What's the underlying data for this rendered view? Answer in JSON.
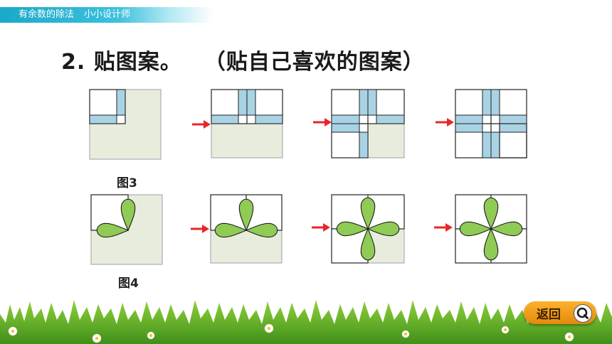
{
  "header": {
    "lesson": "有余数的除法",
    "section": "小小设计师"
  },
  "task": {
    "title": "2. 贴图案。",
    "subtitle": "（贴自己喜欢的图案）"
  },
  "figures": {
    "fig3_label": "图3",
    "fig4_label": "图4"
  },
  "nav": {
    "back_label": "返回",
    "back_icon": "magnifier-icon"
  },
  "colors": {
    "header": "#1aa9c9",
    "tile_bg": "#e8ecdd",
    "strip": "#a9d3e4",
    "petal": "#8fcb55",
    "arrow": "#e8262a",
    "button": "#f3a11e"
  }
}
